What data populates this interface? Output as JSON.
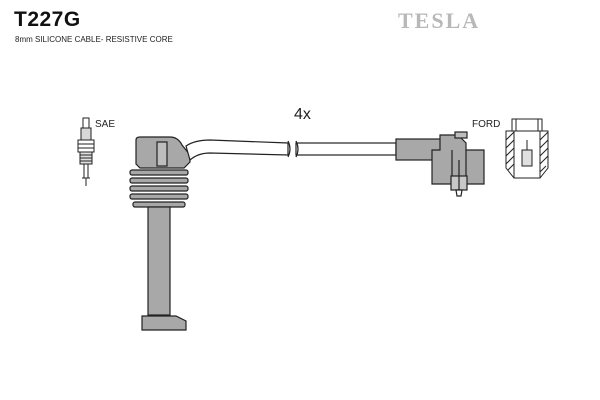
{
  "header": {
    "part_number": "T227G",
    "subtitle": "8mm SILICONE CABLE- RESISTIVE CORE",
    "brand": "TESLA"
  },
  "diagram": {
    "quantity_label": "4x",
    "spark_plug_label": "SAE",
    "terminal_label": "FORD"
  },
  "colors": {
    "part_fill": "#a8a8a8",
    "outline": "#222222",
    "brand": "#b8b8b8"
  }
}
